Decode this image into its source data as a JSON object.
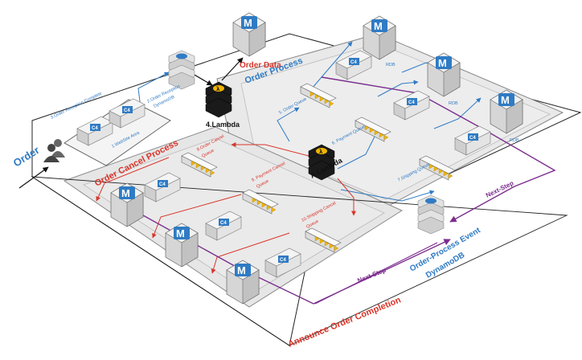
{
  "labels": {
    "order": "Order",
    "order_data": "Order Data",
    "order_process": "Order Process",
    "order_cancel_process": "Order Cancel Process",
    "announce_order_completion": "Announce Order Completion",
    "order_process_event_line1": "Order-Process Event",
    "order_process_event_line2": "DynamoDB",
    "next_step_1": "Next-Step",
    "next_step_2": "Next-Step",
    "lambda_top": "4.Lambda",
    "lambda_center": "A.Lambda",
    "website_area": "1.WebSite Area",
    "order_reception_complete": "3.Order Reception Complete",
    "order_reception_dynamodb_line1": "2.Order Reception",
    "order_reception_dynamodb_line2": "DynamoDB",
    "order_queue": "5. Order Queue",
    "payment_queue": "6. Payment Queue",
    "shipping_queue": "7.Shipping Queue",
    "order_cancel_queue_line1": "8.Order Cancel",
    "order_cancel_queue_line2": "Queue",
    "payment_cancel_queue_line1": "9. Payment Cancel",
    "payment_cancel_queue_line2": "Queue",
    "shipping_cancel_queue_line1": "10.Shipping Cancel",
    "shipping_cancel_queue_line2": "Queue",
    "rdb_1": "RDB",
    "rdb_2": "RDB",
    "rdb_3": "RDB",
    "c4": "C4",
    "m": "M",
    "lambda_symbol": "λ"
  },
  "colors": {
    "blue": "#2f7bc4",
    "red": "#d9352a",
    "purple": "#7b2d8e",
    "platform": "#e6e6e6",
    "server_face": "#f4f4f4",
    "server_side": "#cfcfcf",
    "lambda_dark": "#1a1a1a",
    "lambda_accent": "#f0b400"
  },
  "icons": {
    "c4": "c4-server-icon",
    "m": "m-database-icon",
    "queue": "queue-icon",
    "lambda": "lambda-icon",
    "dynamodb": "dynamodb-stack-icon",
    "user": "user-group-icon"
  }
}
